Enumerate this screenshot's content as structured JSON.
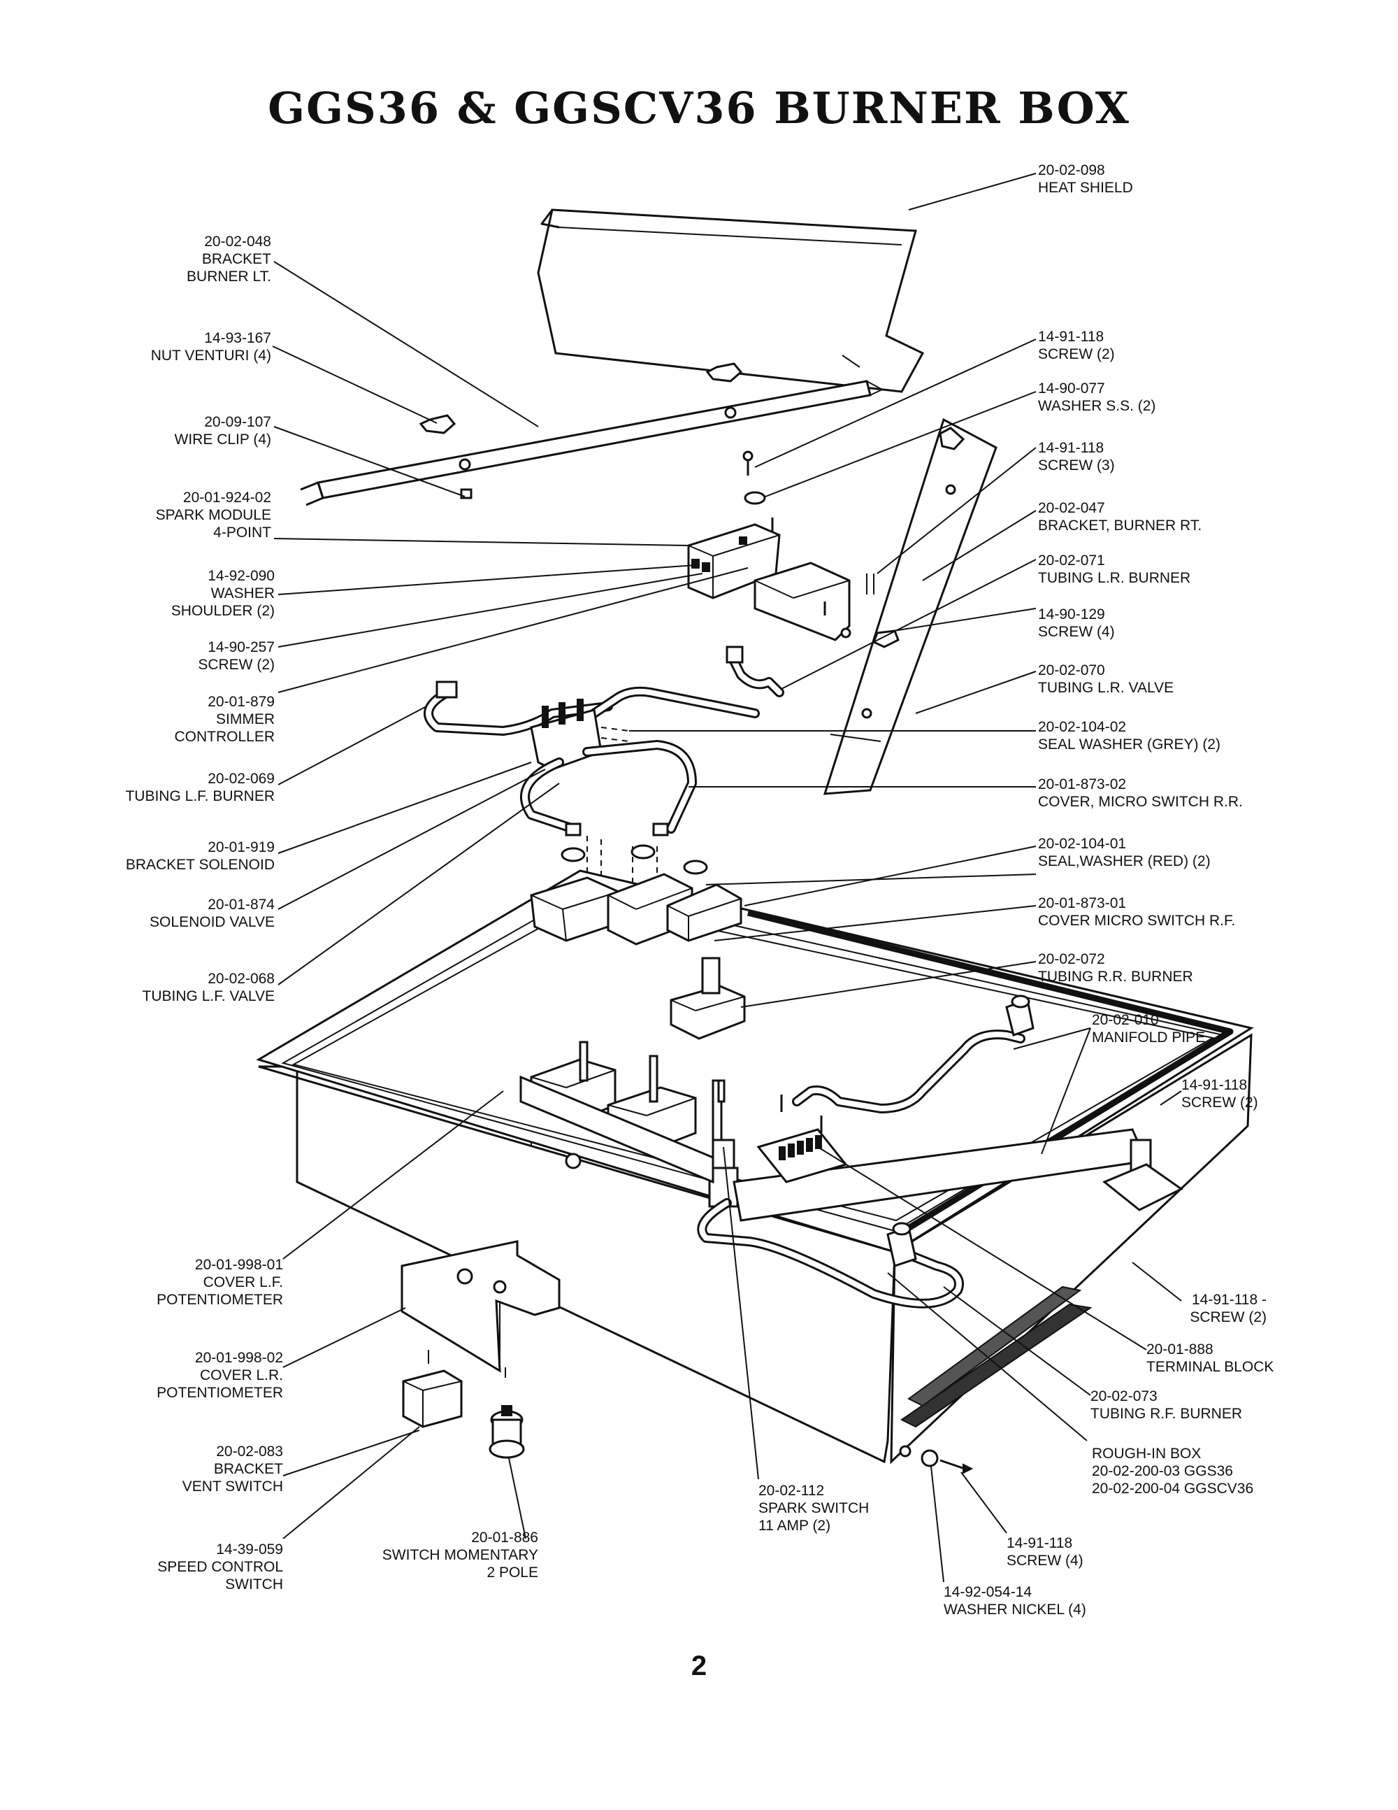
{
  "title": "GGS36 & GGSCV36 BURNER BOX",
  "page_number": "2",
  "labels": [
    {
      "id": "heat-shield",
      "lines": [
        "20-02-098",
        "HEAT SHIELD"
      ]
    },
    {
      "id": "bracket-burner-lt",
      "lines": [
        "20-02-048",
        "BRACKET",
        "BURNER LT."
      ]
    },
    {
      "id": "nut-venturi",
      "lines": [
        "14-93-167",
        "NUT VENTURI (4)"
      ]
    },
    {
      "id": "wire-clip",
      "lines": [
        "20-09-107",
        "WIRE CLIP (4)"
      ]
    },
    {
      "id": "spark-module",
      "lines": [
        "20-01-924-02",
        "SPARK MODULE",
        "4-POINT"
      ]
    },
    {
      "id": "washer-shoulder",
      "lines": [
        "14-92-090",
        "WASHER",
        "SHOULDER (2)"
      ]
    },
    {
      "id": "screw-14-90-257",
      "lines": [
        "14-90-257",
        "SCREW (2)"
      ]
    },
    {
      "id": "simmer-controller",
      "lines": [
        "20-01-879",
        "SIMMER",
        "CONTROLLER"
      ]
    },
    {
      "id": "tubing-lf-burner",
      "lines": [
        "20-02-069",
        "TUBING L.F. BURNER"
      ]
    },
    {
      "id": "bracket-solenoid",
      "lines": [
        "20-01-919",
        "BRACKET SOLENOID"
      ]
    },
    {
      "id": "solenoid-valve",
      "lines": [
        "20-01-874",
        "SOLENOID VALVE"
      ]
    },
    {
      "id": "tubing-lf-valve",
      "lines": [
        "20-02-068",
        "TUBING L.F. VALVE"
      ]
    },
    {
      "id": "screw-a",
      "lines": [
        "14-91-118",
        "SCREW (2)"
      ]
    },
    {
      "id": "washer-ss",
      "lines": [
        "14-90-077",
        "WASHER S.S. (2)"
      ]
    },
    {
      "id": "screw-b",
      "lines": [
        "14-91-118",
        "SCREW (3)"
      ]
    },
    {
      "id": "bracket-burner-rt",
      "lines": [
        "20-02-047",
        "BRACKET, BURNER RT."
      ]
    },
    {
      "id": "tubing-lr-burner",
      "lines": [
        "20-02-071",
        "TUBING L.R. BURNER"
      ]
    },
    {
      "id": "screw-14-90-129",
      "lines": [
        "14-90-129",
        "SCREW (4)"
      ]
    },
    {
      "id": "tubing-lr-valve",
      "lines": [
        "20-02-070",
        "TUBING L.R. VALVE"
      ]
    },
    {
      "id": "seal-washer-grey",
      "lines": [
        "20-02-104-02",
        "SEAL WASHER (GREY) (2)"
      ]
    },
    {
      "id": "cover-micro-rr",
      "lines": [
        "20-01-873-02",
        "COVER, MICRO SWITCH R.R."
      ]
    },
    {
      "id": "seal-washer-red",
      "lines": [
        "20-02-104-01",
        "SEAL,WASHER (RED) (2)"
      ]
    },
    {
      "id": "cover-micro-rf",
      "lines": [
        "20-01-873-01",
        "COVER MICRO SWITCH R.F."
      ]
    },
    {
      "id": "tubing-rr-burner",
      "lines": [
        "20-02-072",
        "TUBING R.R. BURNER"
      ]
    },
    {
      "id": "manifold-pipe",
      "lines": [
        "20-02-010",
        "MANIFOLD PIPE"
      ]
    },
    {
      "id": "screw-c",
      "lines": [
        "14-91-118",
        "SCREW (2)"
      ]
    },
    {
      "id": "screw-d",
      "lines": [
        "14-91-118 -",
        "SCREW (2)"
      ]
    },
    {
      "id": "terminal-block",
      "lines": [
        "20-01-888",
        "TERMINAL BLOCK"
      ]
    },
    {
      "id": "tubing-rf-burner",
      "lines": [
        "20-02-073",
        "TUBING R.F. BURNER"
      ]
    },
    {
      "id": "rough-in-box",
      "lines": [
        "ROUGH-IN BOX",
        "20-02-200-03 GGS36",
        "20-02-200-04 GGSCV36"
      ]
    },
    {
      "id": "screw-e",
      "lines": [
        "14-91-118",
        "SCREW (4)"
      ]
    },
    {
      "id": "washer-nickel",
      "lines": [
        "14-92-054-14",
        "WASHER NICKEL (4)"
      ]
    },
    {
      "id": "spark-switch",
      "lines": [
        "20-02-112",
        "SPARK SWITCH",
        "11 AMP (2)"
      ]
    },
    {
      "id": "switch-momentary",
      "lines": [
        "20-01-886",
        "SWITCH MOMENTARY",
        "2 POLE"
      ]
    },
    {
      "id": "speed-control-switch",
      "lines": [
        "14-39-059",
        "SPEED CONTROL",
        "SWITCH"
      ]
    },
    {
      "id": "bracket-vent-switch",
      "lines": [
        "20-02-083",
        "BRACKET",
        "VENT SWITCH"
      ]
    },
    {
      "id": "cover-lr-pot",
      "lines": [
        "20-01-998-02",
        "COVER L.R.",
        "POTENTIOMETER"
      ]
    },
    {
      "id": "cover-lf-pot",
      "lines": [
        "20-01-998-01",
        "COVER L.F.",
        "POTENTIOMETER"
      ]
    }
  ]
}
